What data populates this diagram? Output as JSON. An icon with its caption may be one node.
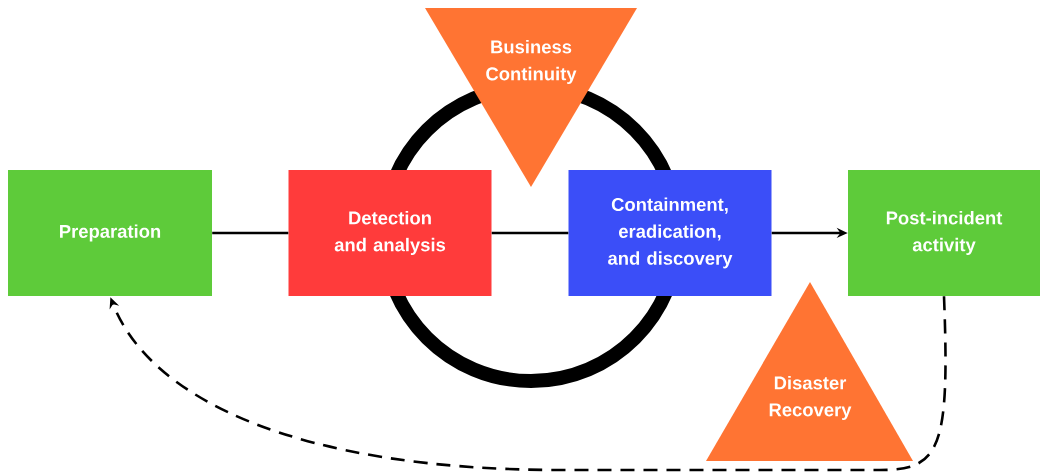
{
  "diagram": {
    "nodes": [
      {
        "text": [
          "Preparation"
        ]
      },
      {
        "text": [
          "Detection and analysis"
        ]
      },
      {
        "text": [
          "Containment, eradication, and discovery"
        ]
      },
      {
        "text": [
          "Post-incident activity"
        ]
      },
      {
        "text": [
          "Business Continuity"
        ]
      },
      {
        "text": [
          "Disaster Recovery"
        ]
      }
    ],
    "edges": [
      {
        "from": 0,
        "to": 1,
        "arrow": "none"
      },
      {
        "from": 1,
        "to": 2,
        "arrow": "none"
      },
      {
        "from": 2,
        "to": 3,
        "arrow": "to"
      },
      {
        "from": 3,
        "to": 0,
        "arrow": "to",
        "style": "dashed"
      }
    ]
  }
}
